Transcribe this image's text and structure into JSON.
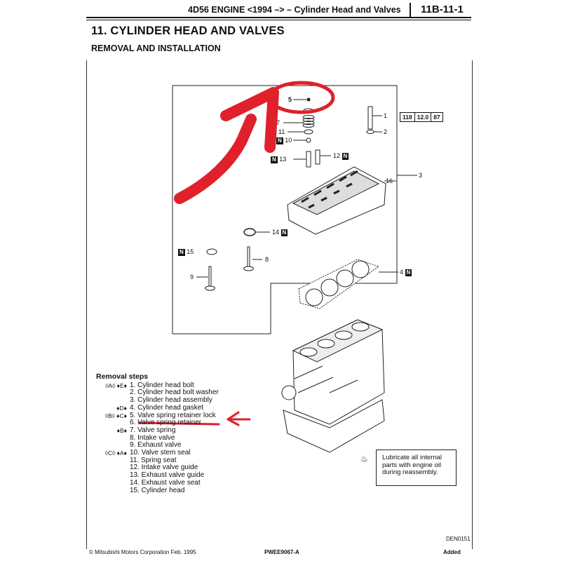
{
  "header": {
    "running_title": "4D56 ENGINE <1994 –> – Cylinder Head and Valves",
    "page_number": "11B-11-1"
  },
  "section_title": "11. CYLINDER HEAD AND VALVES",
  "subsection_title": "REMOVAL AND INSTALLATION",
  "diagram": {
    "callouts": {
      "c1": "1",
      "c2": "2",
      "c3": "3",
      "c4": "4",
      "c5": "5",
      "c6": "",
      "c7": "7",
      "c8": "8",
      "c9": "9",
      "c10": "10",
      "c11": "11",
      "c12": "12",
      "c13": "13",
      "c14": "14",
      "c15": "15",
      "c16": "16"
    },
    "new_part_marker": "N",
    "torque_spec": [
      "118",
      "12.0",
      "87"
    ],
    "figure_code": "DEN0151"
  },
  "removal_steps": {
    "title": "Removal steps",
    "items": [
      {
        "marks": "◊A◊ ♦E♦",
        "text": "1. Cylinder head bolt"
      },
      {
        "marks": "",
        "text": "2. Cylinder head bolt washer"
      },
      {
        "marks": "",
        "text": "3. Cylinder head assembly"
      },
      {
        "marks": "♦D♦",
        "text": "4. Cylinder head gasket"
      },
      {
        "marks": "◊B◊ ♦C♦",
        "text": "5. Valve spring retainer lock"
      },
      {
        "marks": "",
        "text": "6. Valve spring retainer"
      },
      {
        "marks": "♦B♦",
        "text": "7. Valve spring"
      },
      {
        "marks": "",
        "text": "8. Intake valve"
      },
      {
        "marks": "",
        "text": "9. Exhaust valve"
      },
      {
        "marks": "◊C◊ ♦A♦",
        "text": "10. Valve stem seal"
      },
      {
        "marks": "",
        "text": "11. Spring seat"
      },
      {
        "marks": "",
        "text": "12. Intake valve guide"
      },
      {
        "marks": "",
        "text": "13. Exhaust valve guide"
      },
      {
        "marks": "",
        "text": "14. Exhaust valve seat"
      },
      {
        "marks": "",
        "text": "15. Cylinder head"
      }
    ]
  },
  "lubrication_note": "Lubricate all internal parts with engine oil during reassembly.",
  "footer": {
    "copyright": "© Mitsubishi Motors Corporation  Feb. 1995",
    "doc_code": "PWEE9067-A",
    "status": "Added"
  },
  "annotation_color": "#e0202a"
}
